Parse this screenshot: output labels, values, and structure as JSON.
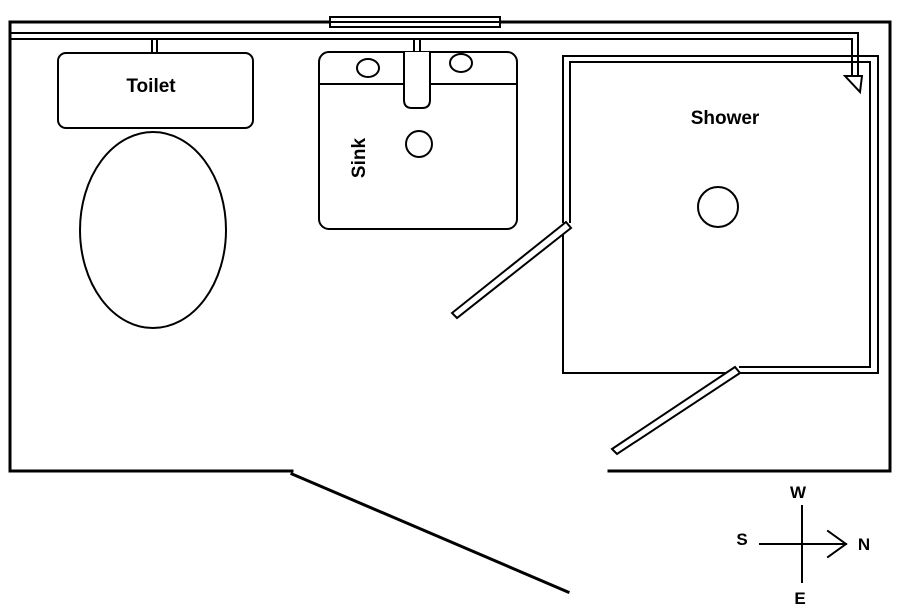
{
  "labels": {
    "toilet": "Toilet",
    "sink": "Sink",
    "shower": "Shower"
  },
  "compass": {
    "west": "W",
    "south": "S",
    "north": "N",
    "east": "E"
  },
  "colors": {
    "line": "#000000",
    "background": "#ffffff"
  }
}
